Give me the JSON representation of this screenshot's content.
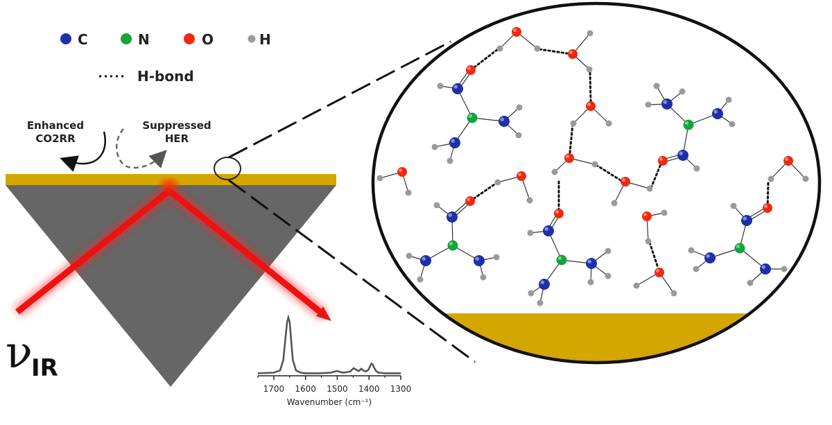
{
  "legend": {
    "atoms": [
      {
        "symbol": "C",
        "color": "#1f2fa8"
      },
      {
        "symbol": "N",
        "color": "#12a53a"
      },
      {
        "symbol": "O",
        "color": "#ee2a10"
      },
      {
        "symbol": "H",
        "color": "#9a9a9a"
      }
    ],
    "hbond_label": "H-bond"
  },
  "labels": {
    "enhanced_line1": "Enhanced",
    "enhanced_line2": "CO2RR",
    "suppressed_line1": "Suppressed",
    "suppressed_line2": "HER",
    "nu": "ν",
    "nu_sub": "IR"
  },
  "colors": {
    "gold": "#d4a600",
    "prism": "#666666",
    "beam": "#ee1111",
    "spectrum": "#555555"
  },
  "chart_data": {
    "type": "line",
    "xlabel": "Wavenumber (cm⁻¹)",
    "xlim": [
      1750,
      1300
    ],
    "ticks": [
      1700,
      1600,
      1500,
      1400,
      1300
    ],
    "series": [
      {
        "x": [
          1760,
          1700,
          1680,
          1670,
          1663,
          1658,
          1654,
          1650,
          1646,
          1640,
          1630,
          1615,
          1600,
          1560,
          1520,
          1500,
          1490,
          1480,
          1460,
          1448,
          1440,
          1432,
          1424,
          1418,
          1410,
          1402,
          1396,
          1392,
          1388,
          1384,
          1378,
          1370,
          1350,
          1300
        ],
        "y": [
          0.02,
          0.03,
          0.07,
          0.25,
          0.65,
          0.92,
          1.0,
          0.92,
          0.65,
          0.25,
          0.07,
          0.03,
          0.02,
          0.02,
          0.03,
          0.06,
          0.04,
          0.03,
          0.05,
          0.11,
          0.08,
          0.06,
          0.1,
          0.07,
          0.05,
          0.08,
          0.15,
          0.19,
          0.17,
          0.12,
          0.06,
          0.03,
          0.02,
          0.02
        ]
      }
    ]
  }
}
